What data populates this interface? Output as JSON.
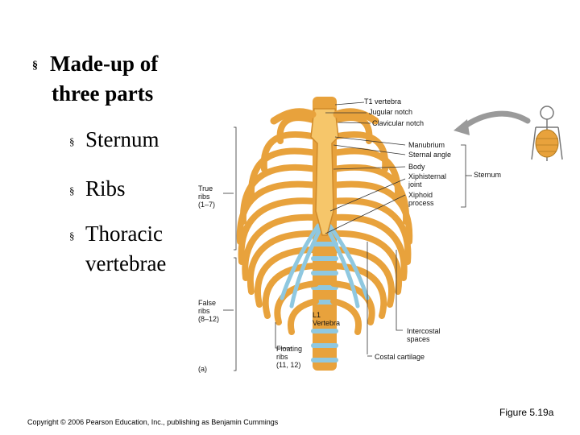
{
  "bullets": {
    "main": {
      "marker": "§",
      "line1": "Made-up of",
      "line2": "three parts"
    },
    "sub": [
      {
        "marker": "§",
        "line1": "Sternum",
        "line2": ""
      },
      {
        "marker": "§",
        "line1": "Ribs",
        "line2": ""
      },
      {
        "marker": "§",
        "line1": "Thoracic",
        "line2": "vertebrae"
      }
    ]
  },
  "figure": {
    "labels": {
      "t1_vertebra": "T1 vertebra",
      "jugular_notch": "Jugular notch",
      "clavicular_notch": "Clavicular notch",
      "manubrium": "Manubrium",
      "sternal_angle": "Sternal angle",
      "body": "Body",
      "xiphisternal_joint_1": "Xiphisternal",
      "xiphisternal_joint_2": "joint",
      "xiphoid_process_1": "Xiphoid",
      "xiphoid_process_2": "process",
      "sternum": "Sternum",
      "true_ribs_1": "True",
      "true_ribs_2": "ribs",
      "true_ribs_3": "(1–7)",
      "false_ribs_1": "False",
      "false_ribs_2": "ribs",
      "false_ribs_3": "(8–12)",
      "l1_vertebra_1": "L1",
      "l1_vertebra_2": "Vertebra",
      "intercostal_spaces_1": "Intercostal",
      "intercostal_spaces_2": "spaces",
      "floating_ribs_1": "Floating",
      "floating_ribs_2": "ribs",
      "floating_ribs_3": "(11, 12)",
      "costal_cartilage": "Costal cartilage",
      "panel": "(a)"
    },
    "colors": {
      "bone": "#e8a23c",
      "bone_light": "#f6c66a",
      "cartilage": "#8fc8e0",
      "arrow": "#9a9a9a"
    }
  },
  "footer": {
    "copyright": "Copyright © 2006 Pearson Education, Inc., publishing as Benjamin Cummings",
    "figure_number": "Figure 5.19a"
  }
}
